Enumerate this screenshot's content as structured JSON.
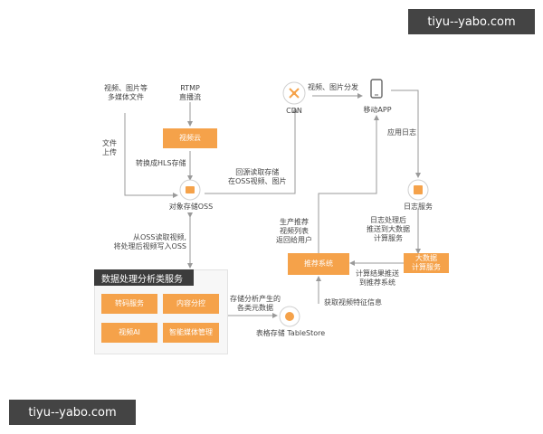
{
  "watermark": {
    "top": "tiyu--yabo.com",
    "bottom": "tiyu--yabo.com"
  },
  "nodes": {
    "media_files": "视频、图片等\n多媒体文件",
    "rtmp": "RTMP\n直播流",
    "video_cloud": "视频云",
    "upload": "文件\n上传",
    "transcode_hls": "转换成HLS存储",
    "oss": "对象存储OSS",
    "cdn": "CDN",
    "mobile_app": "移动APP",
    "video_image_dist": "视频、图片分发",
    "back_to_origin": "回源读取存储\n在OSS视频、图片",
    "app_log": "应用日志",
    "log_service": "日志服务",
    "log_processed": "日志处理后\n推送到大数据\n计算服务",
    "bigdata": "大数据\n计算服务",
    "recommend": "推荐系统",
    "gen_recommend": "生产推荐\n视频列表\n返回给用户",
    "calc_result": "计算结果推送\n到推荐系统",
    "read_from_oss": "从OSS读取视频,\n将处理后视频写入OSS",
    "panel_title": "数据处理分析类服务",
    "transcode_service": "转码服务",
    "content_moderation": "内容分控",
    "video_ai": "视频AI",
    "smart_media": "智能媒体管理",
    "store_analysis": "存储分析产生的\n各类元数据",
    "get_features": "获取视频特征信息",
    "tablestore": "表格存储 TableStore"
  },
  "colors": {
    "orange": "#f5a24a",
    "arrow": "#9a9a9a",
    "dark": "#3c3c3c"
  }
}
